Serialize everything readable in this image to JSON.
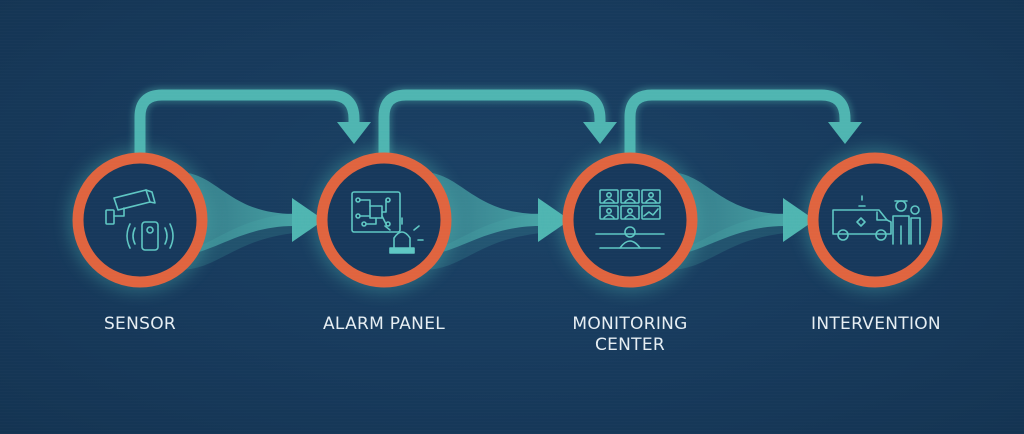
{
  "diagram": {
    "colors": {
      "background": "#173a5c",
      "ring": "#e0643f",
      "ring_inner": "#17395c",
      "arrow": "#4fb5b1",
      "icon": "#5fc7c3",
      "text": "#e6eef3"
    },
    "stages": [
      {
        "id": "sensor",
        "lines": [
          "SENSOR"
        ],
        "icons": [
          "security-camera-icon",
          "motion-sensor-icon"
        ]
      },
      {
        "id": "alarm-panel",
        "lines": [
          "ALARM PANEL"
        ],
        "icons": [
          "circuit-board-icon",
          "siren-icon"
        ]
      },
      {
        "id": "monitoring-center",
        "lines": [
          "MONITORING",
          "CENTER"
        ],
        "icons": [
          "video-wall-icon",
          "operator-icon"
        ]
      },
      {
        "id": "intervention",
        "lines": [
          "INTERVENTION"
        ],
        "icons": [
          "patrol-van-icon",
          "guards-icon"
        ]
      }
    ]
  }
}
